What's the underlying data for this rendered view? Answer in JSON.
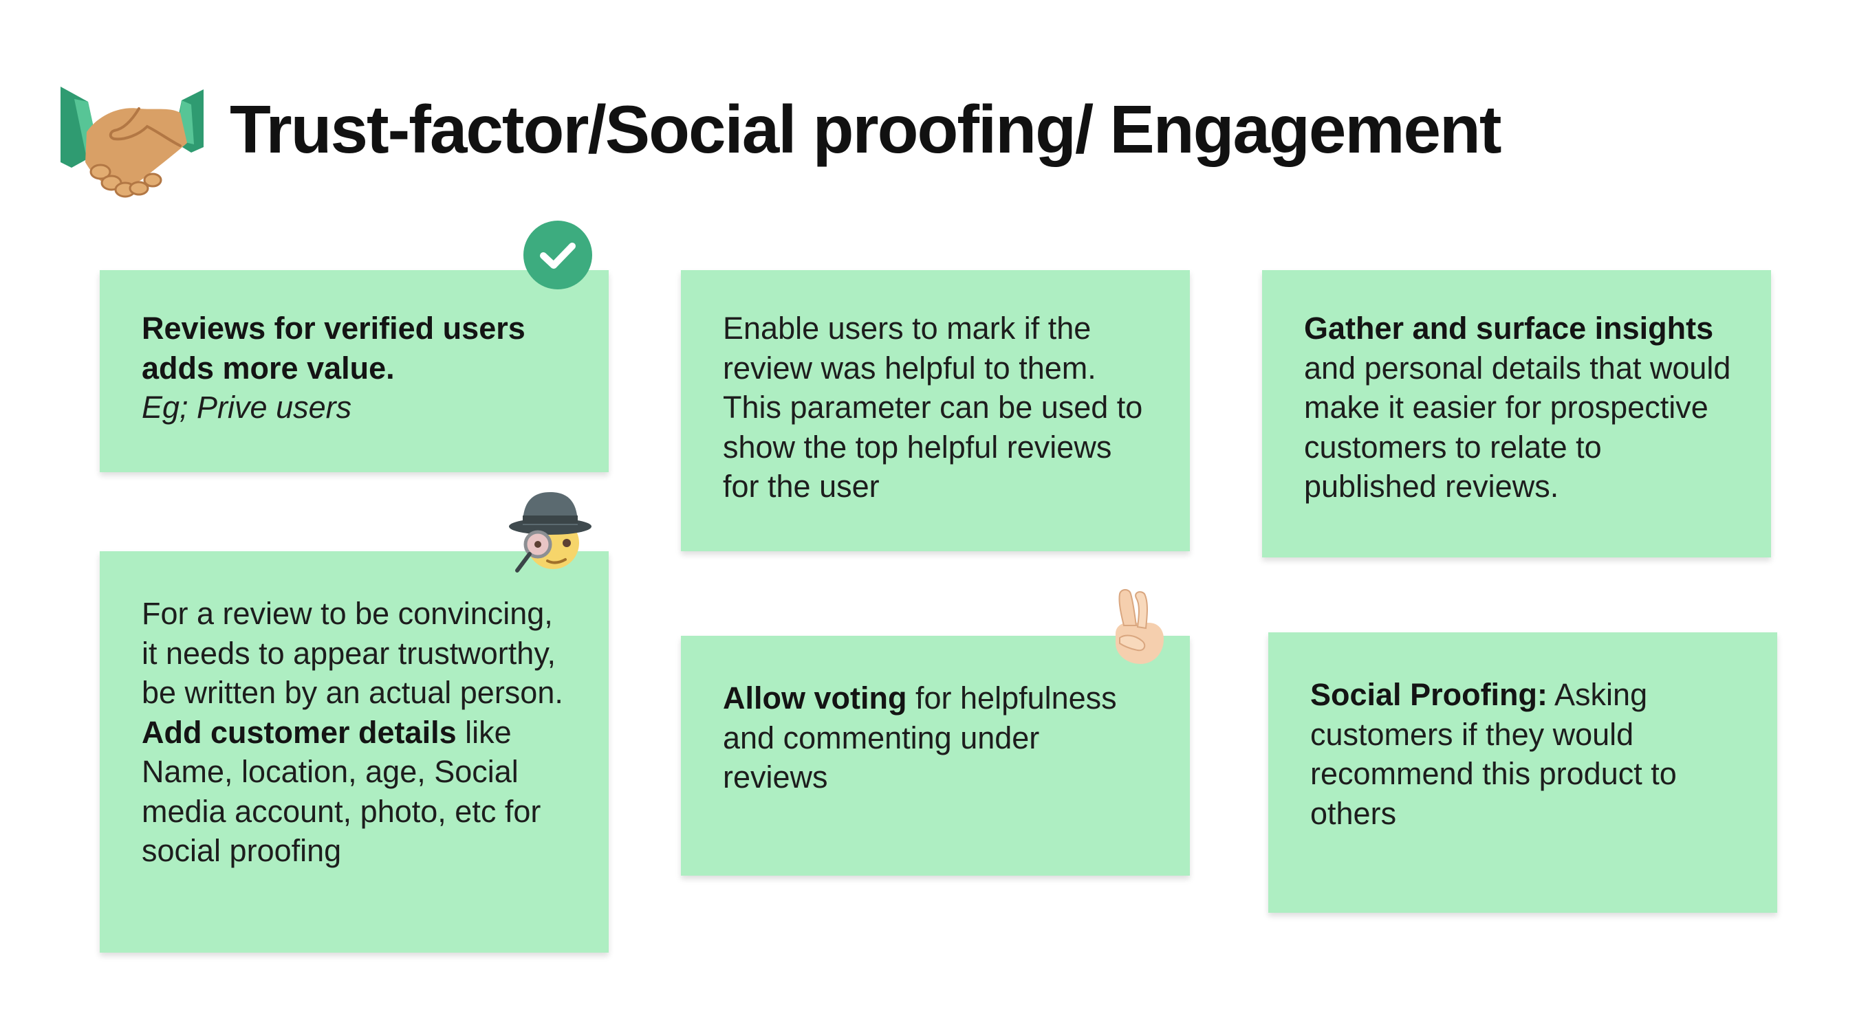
{
  "header": {
    "title": "Trust-factor/Social proofing/ Engagement",
    "icon": "handshake-icon"
  },
  "cards": {
    "verified": {
      "bold": "Reviews for verified users adds more value.",
      "italic": "Eg; Prive users",
      "icon": "check-circle-icon"
    },
    "helpful": {
      "text": "Enable users to mark if the review was helpful to them. This parameter can be used to show the top helpful reviews for the user"
    },
    "insights": {
      "bold": "Gather and surface insights",
      "text": "and personal details that would make it easier for prospective customers to relate to published reviews."
    },
    "trustworthy": {
      "text": "For a review to be convincing, it needs to appear trustworthy, be written by an actual person.",
      "bold": "Add customer details",
      "text2": "like Name, location, age, Social media account, photo, etc for social proofing",
      "icon": "detective-icon"
    },
    "voting": {
      "bold": "Allow voting",
      "text": "for helpfulness and commenting under reviews",
      "icon": "crossed-fingers-icon"
    },
    "social": {
      "bold": "Social Proofing:",
      "text": "Asking customers if they would recommend this product to others"
    }
  },
  "colors": {
    "card_background": "#aeeec2",
    "check_green": "#3dac7f",
    "title_text": "#111111"
  }
}
